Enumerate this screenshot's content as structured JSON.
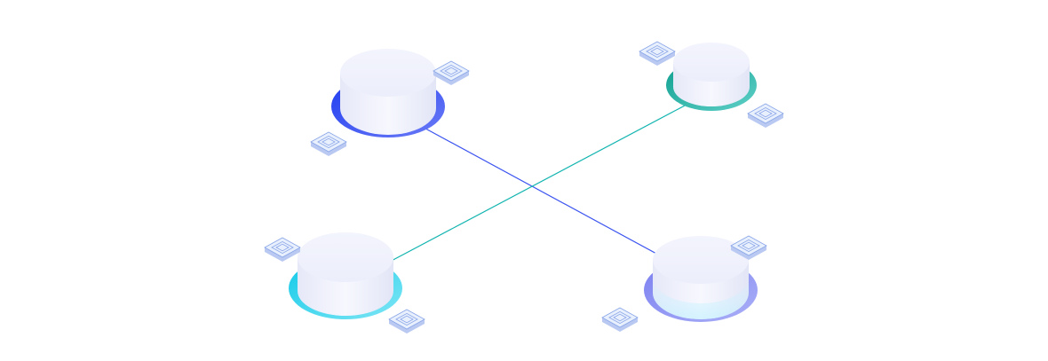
{
  "colors": {
    "background": "#ffffff",
    "link_blue": "#3d55f0",
    "link_teal": "#14b5b0",
    "node_top_left_ring": "#2f48f2",
    "node_top_right_ring": "#1aa9a0",
    "node_bottom_left_ring": "#22d3ee",
    "node_bottom_right_ring": "#8b8ff0",
    "cylinder_body": "#f2f3fb",
    "chip_fill": "#e8effd",
    "chip_stroke": "#8aa6e8"
  },
  "nodes": [
    {
      "id": "node-top-left",
      "ring_color": "node_top_left_ring"
    },
    {
      "id": "node-top-right",
      "ring_color": "node_top_right_ring"
    },
    {
      "id": "node-bottom-left",
      "ring_color": "node_bottom_left_ring"
    },
    {
      "id": "node-bottom-right",
      "ring_color": "node_bottom_right_ring"
    }
  ],
  "links": [
    {
      "id": "link-top-left-to-bottom-right",
      "color": "link_blue"
    },
    {
      "id": "link-bottom-left-to-top-right",
      "color": "link_teal"
    }
  ],
  "chip_icon_count": 8
}
